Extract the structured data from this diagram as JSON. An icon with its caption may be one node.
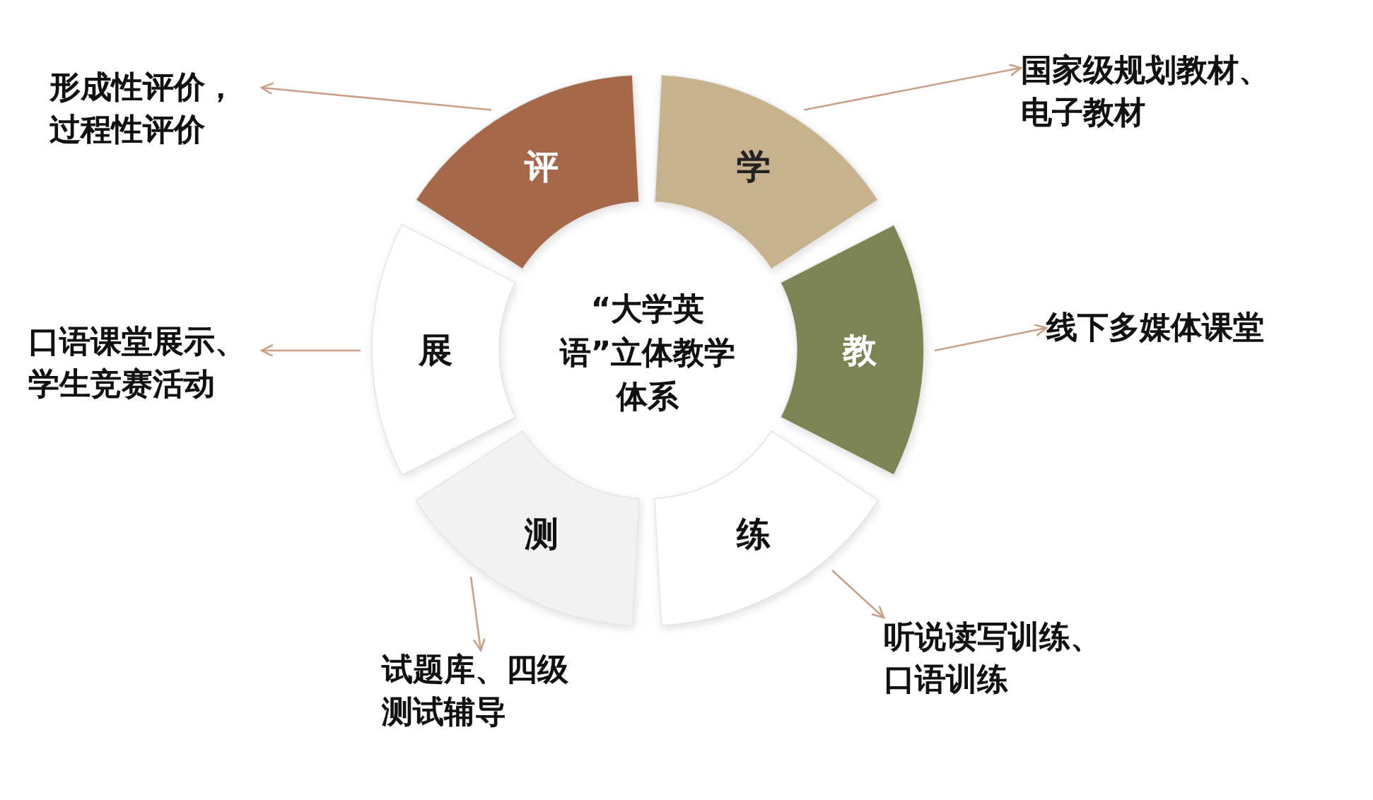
{
  "diagram": {
    "nodes": [
      {
        "text": [
          "评"
        ]
      },
      {
        "text": [
          "学"
        ]
      },
      {
        "text": [
          "教"
        ]
      },
      {
        "text": [
          "练"
        ]
      },
      {
        "text": [
          "测"
        ]
      },
      {
        "text": [
          "展"
        ]
      },
      {
        "text": [
          "形成性评价，过程性评价"
        ]
      },
      {
        "text": [
          "国家级规划教材、电子教材"
        ]
      },
      {
        "text": [
          "线下多媒体课堂"
        ]
      },
      {
        "text": [
          "听说读写训练、口语训练"
        ]
      },
      {
        "text": [
          "试题库、四级测试辅导"
        ]
      },
      {
        "text": [
          "口语课堂展示、学生竞赛活动"
        ]
      }
    ],
    "edges": [
      {
        "from": 0,
        "to": 6,
        "arrow": "to"
      },
      {
        "from": 1,
        "to": 7,
        "arrow": "to"
      },
      {
        "from": 2,
        "to": 8,
        "arrow": "to"
      },
      {
        "from": 3,
        "to": 9,
        "arrow": "to"
      },
      {
        "from": 4,
        "to": 10,
        "arrow": "to"
      },
      {
        "from": 5,
        "to": 11,
        "arrow": "to"
      }
    ],
    "labels": [
      "“大学英语”立体教学体系"
    ]
  }
}
